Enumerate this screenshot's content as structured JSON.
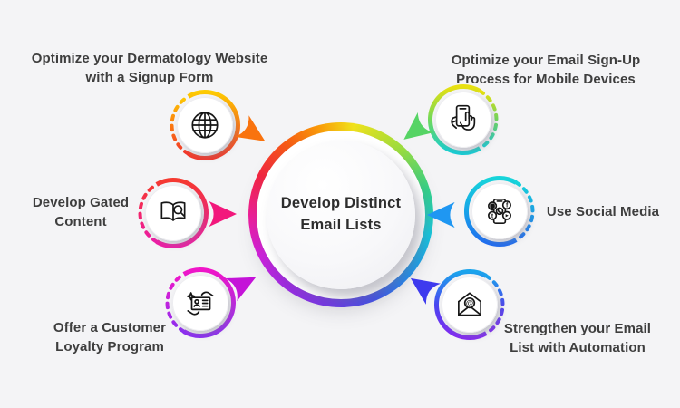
{
  "background": "#f4f4f6",
  "hub": {
    "label": "Develop Distinct\nEmail Lists",
    "ring_colors": [
      "#f2e31c",
      "#9ade3f",
      "#35d287",
      "#14c9e2",
      "#1f8ef2",
      "#3f51f3",
      "#7436f2",
      "#a526ee",
      "#d51ce4",
      "#f21c9e",
      "#f4253f",
      "#f85c14",
      "#fb9c08"
    ]
  },
  "items": [
    {
      "name": "website-signup",
      "label": "Optimize your Dermatology Website\nwith a Signup Form",
      "icon": "globe-icon",
      "arrow_color": "#f9730e",
      "gradient": {
        "start": "#fdcb02",
        "mid": "#fa7a12",
        "end": "#f4362a"
      }
    },
    {
      "name": "gated-content",
      "label": "Develop Gated\nContent",
      "icon": "book-search-icon",
      "arrow_color": "#f2187c",
      "gradient": {
        "start": "#f53a30",
        "mid": "#f2256b",
        "end": "#ee1ca6"
      }
    },
    {
      "name": "loyalty-program",
      "label": "Offer a Customer\nLoyalty Program",
      "icon": "loyalty-card-icon",
      "arrow_color": "#c413d8",
      "gradient": {
        "start": "#f015c8",
        "mid": "#c024de",
        "end": "#8b2df2"
      }
    },
    {
      "name": "mobile-signup",
      "label": "Optimize your Email Sign-Up\nProcess for Mobile Devices",
      "icon": "mobile-tap-icon",
      "arrow_color": "#56d465",
      "gradient": {
        "start": "#e9e010",
        "mid": "#6fd95a",
        "end": "#14cfd6"
      }
    },
    {
      "name": "social-media",
      "label": "Use Social Media",
      "icon": "social-phone-icon",
      "arrow_color": "#1f97f2",
      "gradient": {
        "start": "#17d4da",
        "mid": "#17a3e8",
        "end": "#1f6cf2"
      }
    },
    {
      "name": "email-automation",
      "label": "Strengthen your Email\nList with Automation",
      "icon": "email-at-icon",
      "arrow_color": "#3e3aee",
      "gradient": {
        "start": "#1ba4ec",
        "mid": "#4946f0",
        "end": "#8429f2"
      }
    }
  ]
}
